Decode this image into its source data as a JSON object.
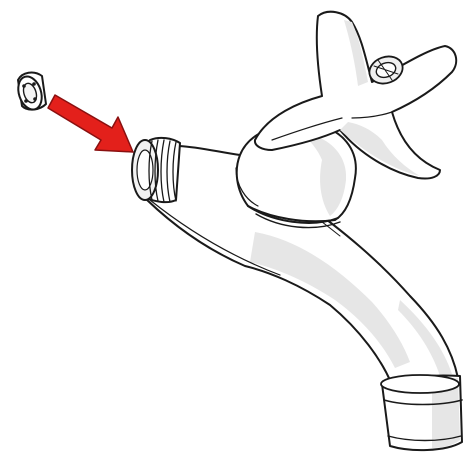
{
  "figure": {
    "background": "#ffffff",
    "colors": {
      "outline": "#1a1a1a",
      "body_fill": "#ffffff",
      "shade": "#e6e6e6",
      "shade_dark": "#d2d2d2",
      "arrow": "#e3201b",
      "arrow_edge": "#8a1010"
    },
    "parts": [
      "washer-ring",
      "direction-arrow",
      "threaded-inlet",
      "tap-body",
      "valve-bonnet",
      "cross-handle",
      "spout-nozzle"
    ]
  }
}
